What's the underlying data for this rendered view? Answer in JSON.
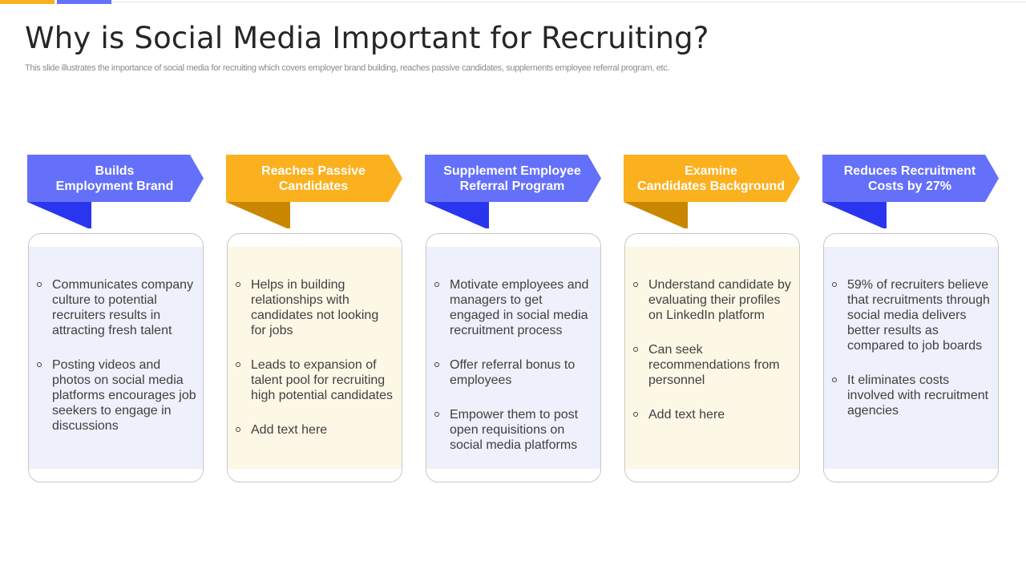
{
  "slide": {
    "title": "Why is Social Media Important for Recruiting?",
    "subtitle": "This slide illustrates the importance of social media for recruiting which covers employer brand building, reaches passive candidates, supplements employee referral program, etc."
  },
  "colors": {
    "blue_banner": "#6470fa",
    "blue_tab": "#2a35f0",
    "orange_banner": "#fbb01e",
    "orange_tab": "#c98700",
    "blue_card_fill": "#eef0fb",
    "orange_card_fill": "#fdf7e6"
  },
  "columns": [
    {
      "heading": "Builds\nEmployment Brand",
      "theme": "blue",
      "bullets": [
        "Communicates company culture to potential recruiters results in attracting fresh talent",
        "Posting videos and photos on social media platforms encourages job seekers to engage in discussions"
      ]
    },
    {
      "heading": "Reaches Passive\nCandidates",
      "theme": "orange",
      "bullets": [
        "Helps in building relationships with candidates not looking for jobs",
        "Leads to expansion of talent pool for recruiting high potential candidates",
        "Add text here"
      ]
    },
    {
      "heading": "Supplement Employee\nReferral Program",
      "theme": "blue",
      "bullets": [
        "Motivate employees and managers to get engaged in social media recruitment process",
        "Offer referral bonus to employees",
        "Empower them to post open requisitions on social media platforms"
      ]
    },
    {
      "heading": "Examine\nCandidates Background",
      "theme": "orange",
      "bullets": [
        "Understand candidate by evaluating their profiles on LinkedIn platform",
        "Can seek recommendations from personnel",
        "Add text here"
      ]
    },
    {
      "heading": "Reduces Recruitment\nCosts by 27%",
      "theme": "blue",
      "bullets": [
        "59% of recruiters believe that recruitments through social media delivers better results as compared to job boards",
        "It eliminates costs involved with recruitment agencies"
      ]
    }
  ]
}
